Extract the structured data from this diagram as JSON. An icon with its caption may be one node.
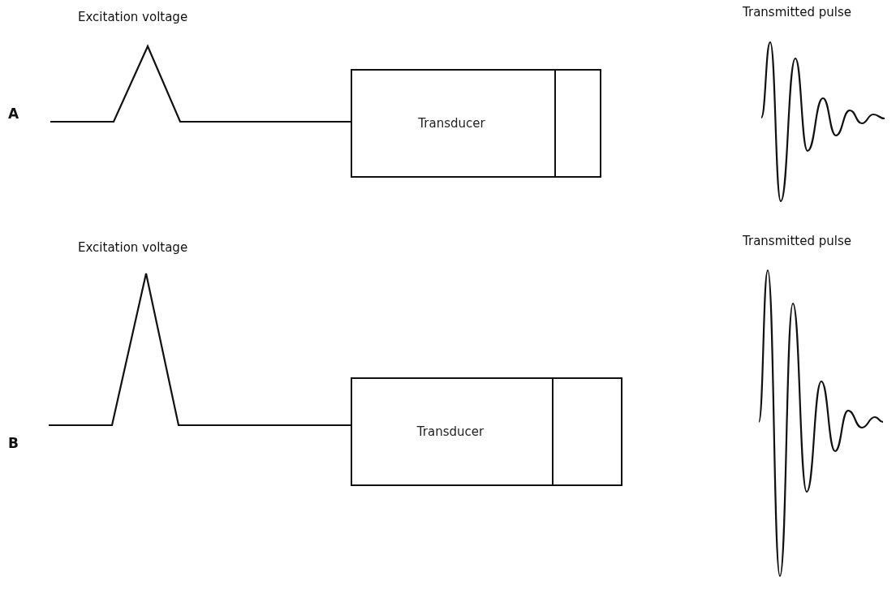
{
  "diagram": {
    "nodes": [
      {
        "text": [
          "Transducer"
        ]
      },
      {
        "text": [],
        "shape": "box",
        "in": 0
      },
      {
        "text": [
          "Transducer"
        ]
      },
      {
        "text": [],
        "shape": "box",
        "in": 2
      }
    ],
    "edges": [
      {
        "from": null,
        "to": 0,
        "arrow": "none"
      },
      {
        "from": null,
        "to": 2,
        "arrow": "none"
      }
    ],
    "labels": [
      "Excitation voltage",
      "Transmitted pulse",
      "A",
      "Excitation voltage",
      "Transmitted pulse",
      "B"
    ]
  }
}
